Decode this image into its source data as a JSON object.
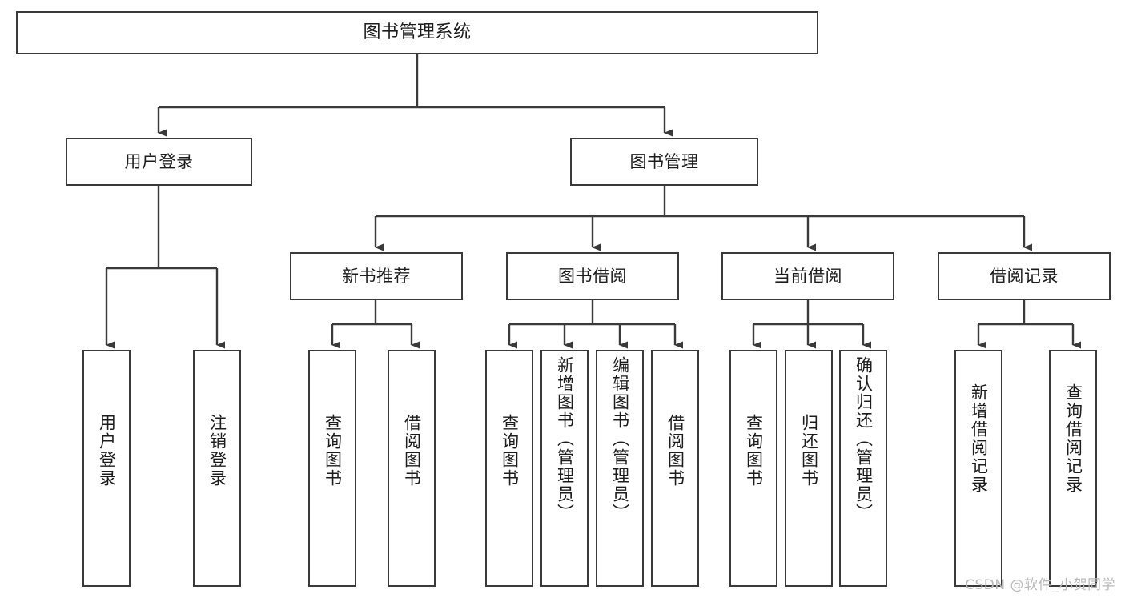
{
  "diagram": {
    "title": "图书管理系统",
    "type": "功能结构图",
    "watermark": "CSDN @软件_小贺同学",
    "colors": {
      "box_border": "#3a3a3a",
      "box_fill": "#ffffff",
      "connector": "#3a3a3a",
      "text": "#1c1c1c",
      "watermark": "#b9b9b9",
      "background": "#ffffff"
    }
  },
  "nodes": {
    "root": {
      "label": "图书管理系统"
    },
    "level2": [
      {
        "label": "用户登录"
      },
      {
        "label": "图书管理"
      }
    ],
    "level3": [
      {
        "label": "新书推荐"
      },
      {
        "label": "图书借阅"
      },
      {
        "label": "当前借阅"
      },
      {
        "label": "借阅记录"
      }
    ],
    "leaves": {
      "user_login": [
        {
          "label": "用户登录"
        },
        {
          "label": "注销登录"
        }
      ],
      "new_book_recommend": [
        {
          "label": "查询图书"
        },
        {
          "label": "借阅图书"
        }
      ],
      "book_borrow": [
        {
          "label": "查询图书"
        },
        {
          "label": "新增图书（管理员）"
        },
        {
          "label": "编辑图书（管理员）"
        },
        {
          "label": "借阅图书"
        }
      ],
      "current_borrow": [
        {
          "label": "查询图书"
        },
        {
          "label": "归还图书"
        },
        {
          "label": "确认归还（管理员）"
        }
      ],
      "borrow_record": [
        {
          "label": "新增借阅记录"
        },
        {
          "label": "查询借阅记录"
        }
      ]
    }
  },
  "hierarchy": {
    "图书管理系统": [
      "用户登录",
      "图书管理"
    ],
    "用户登录": [
      "用户登录",
      "注销登录"
    ],
    "图书管理": [
      "新书推荐",
      "图书借阅",
      "当前借阅",
      "借阅记录"
    ],
    "新书推荐": [
      "查询图书",
      "借阅图书"
    ],
    "图书借阅": [
      "查询图书",
      "新增图书（管理员）",
      "编辑图书（管理员）",
      "借阅图书"
    ],
    "当前借阅": [
      "查询图书",
      "归还图书",
      "确认归还（管理员）"
    ],
    "借阅记录": [
      "新增借阅记录",
      "查询借阅记录"
    ]
  }
}
